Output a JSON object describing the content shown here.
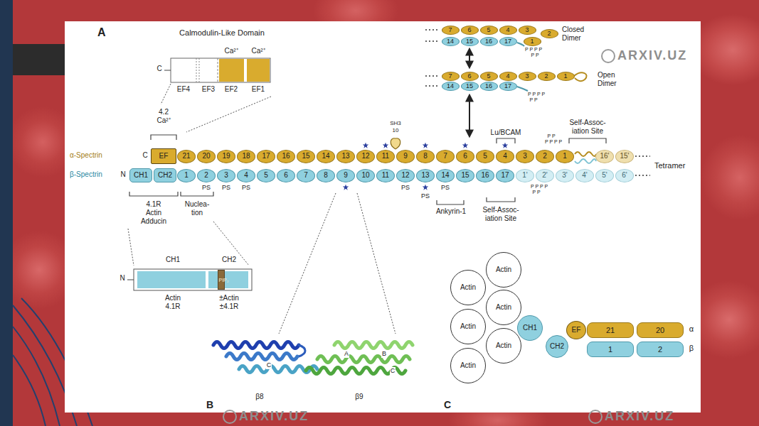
{
  "diagram": {
    "nodes": [
      {
        "text": [
          "7"
        ]
      },
      {
        "text": [
          "6"
        ]
      },
      {
        "text": [
          "5"
        ]
      },
      {
        "text": [
          "4"
        ]
      },
      {
        "text": [
          "3"
        ]
      },
      {
        "text": [
          "2"
        ]
      },
      {
        "text": [
          "1"
        ]
      },
      {
        "text": [
          "14"
        ]
      },
      {
        "text": [
          "15"
        ]
      },
      {
        "text": [
          "16"
        ]
      },
      {
        "text": [
          "17"
        ]
      },
      {
        "text": [
          "7"
        ]
      },
      {
        "text": [
          "6"
        ]
      },
      {
        "text": [
          "5"
        ]
      },
      {
        "text": [
          "4"
        ]
      },
      {
        "text": [
          "3"
        ]
      },
      {
        "text": [
          "2"
        ]
      },
      {
        "text": [
          "1"
        ]
      },
      {
        "text": [
          "14"
        ]
      },
      {
        "text": [
          "15"
        ]
      },
      {
        "text": [
          "16"
        ]
      },
      {
        "text": [
          "17"
        ]
      },
      {
        "text": [
          "EF"
        ]
      },
      {
        "text": [
          "21"
        ]
      },
      {
        "text": [
          "20"
        ]
      },
      {
        "text": [
          "19"
        ]
      },
      {
        "text": [
          "18"
        ]
      },
      {
        "text": [
          "17"
        ]
      },
      {
        "text": [
          "16"
        ]
      },
      {
        "text": [
          "15"
        ]
      },
      {
        "text": [
          "14"
        ]
      },
      {
        "text": [
          "13"
        ]
      },
      {
        "text": [
          "12"
        ]
      },
      {
        "text": [
          "11"
        ]
      },
      {
        "text": [
          "9"
        ]
      },
      {
        "text": [
          "8"
        ]
      },
      {
        "text": [
          "7"
        ]
      },
      {
        "text": [
          "6"
        ]
      },
      {
        "text": [
          "5"
        ]
      },
      {
        "text": [
          "4"
        ]
      },
      {
        "text": [
          "3"
        ]
      },
      {
        "text": [
          "2"
        ]
      },
      {
        "text": [
          "1"
        ]
      },
      {
        "text": [
          "16'"
        ]
      },
      {
        "text": [
          "15'"
        ]
      },
      {
        "text": [
          "CH1"
        ]
      },
      {
        "text": [
          "CH2"
        ]
      },
      {
        "text": [
          "1"
        ]
      },
      {
        "text": [
          "2"
        ]
      },
      {
        "text": [
          "3"
        ]
      },
      {
        "text": [
          "4"
        ]
      },
      {
        "text": [
          "5"
        ]
      },
      {
        "text": [
          "6"
        ]
      },
      {
        "text": [
          "7"
        ]
      },
      {
        "text": [
          "8"
        ]
      },
      {
        "text": [
          "9"
        ]
      },
      {
        "text": [
          "10"
        ]
      },
      {
        "text": [
          "11"
        ]
      },
      {
        "text": [
          "12"
        ]
      },
      {
        "text": [
          "13"
        ]
      },
      {
        "text": [
          "14"
        ]
      },
      {
        "text": [
          "15"
        ]
      },
      {
        "text": [
          "16"
        ]
      },
      {
        "text": [
          "17"
        ]
      },
      {
        "text": [
          "1'"
        ]
      },
      {
        "text": [
          "2'"
        ]
      },
      {
        "text": [
          "3'"
        ]
      },
      {
        "text": [
          "4'"
        ]
      },
      {
        "text": [
          "5'"
        ]
      },
      {
        "text": [
          "6'"
        ]
      },
      {
        "text": [
          "PIP₂"
        ]
      },
      {
        "text": [
          "Actin"
        ]
      },
      {
        "text": [
          "Actin"
        ]
      },
      {
        "text": [
          "Actin"
        ]
      },
      {
        "text": [
          "Actin"
        ]
      },
      {
        "text": [
          "Actin"
        ]
      },
      {
        "text": [
          "Actin"
        ]
      },
      {
        "text": [
          "CH1"
        ]
      },
      {
        "text": [
          "CH2"
        ]
      },
      {
        "text": [
          "EF"
        ]
      },
      {
        "text": [
          "21"
        ]
      },
      {
        "text": [
          "20"
        ]
      },
      {
        "text": [
          "1"
        ]
      },
      {
        "text": [
          "2"
        ]
      }
    ],
    "labels": [
      "A",
      "Calmodulin-Like Domain",
      "Ca²⁺",
      "Ca²⁺",
      "C",
      "EF4",
      "EF3",
      "EF2",
      "EF1",
      "4.2 Ca²⁺",
      "α-Spectrin",
      "β-Spectrin",
      "C",
      "N",
      "SH3",
      "10",
      "Lu/BCAM",
      "P P",
      "P P P P",
      "Self-Assoc- iation Site",
      "Tetramer",
      "PS",
      "PS",
      "PS",
      "PS",
      "PS",
      "PS",
      "P P P P",
      "P P",
      "4.1R Actin Adducin",
      "Nuclea- tion",
      "Ankyrin-1",
      "Self-Assoc- iation Site",
      "Closed Dimer",
      "P P P P",
      "P P",
      "Open Dimer",
      "P P P P",
      "P P",
      "CH1",
      "CH2",
      "N",
      "Actin 4.1R",
      "±Actin ±4.1R",
      "B",
      "β8",
      "β9",
      "C",
      "A",
      "B",
      "C",
      "C",
      "α",
      "β",
      "ARXIV.UZ",
      "ARXIV.UZ",
      "ARXIV.UZ"
    ]
  }
}
